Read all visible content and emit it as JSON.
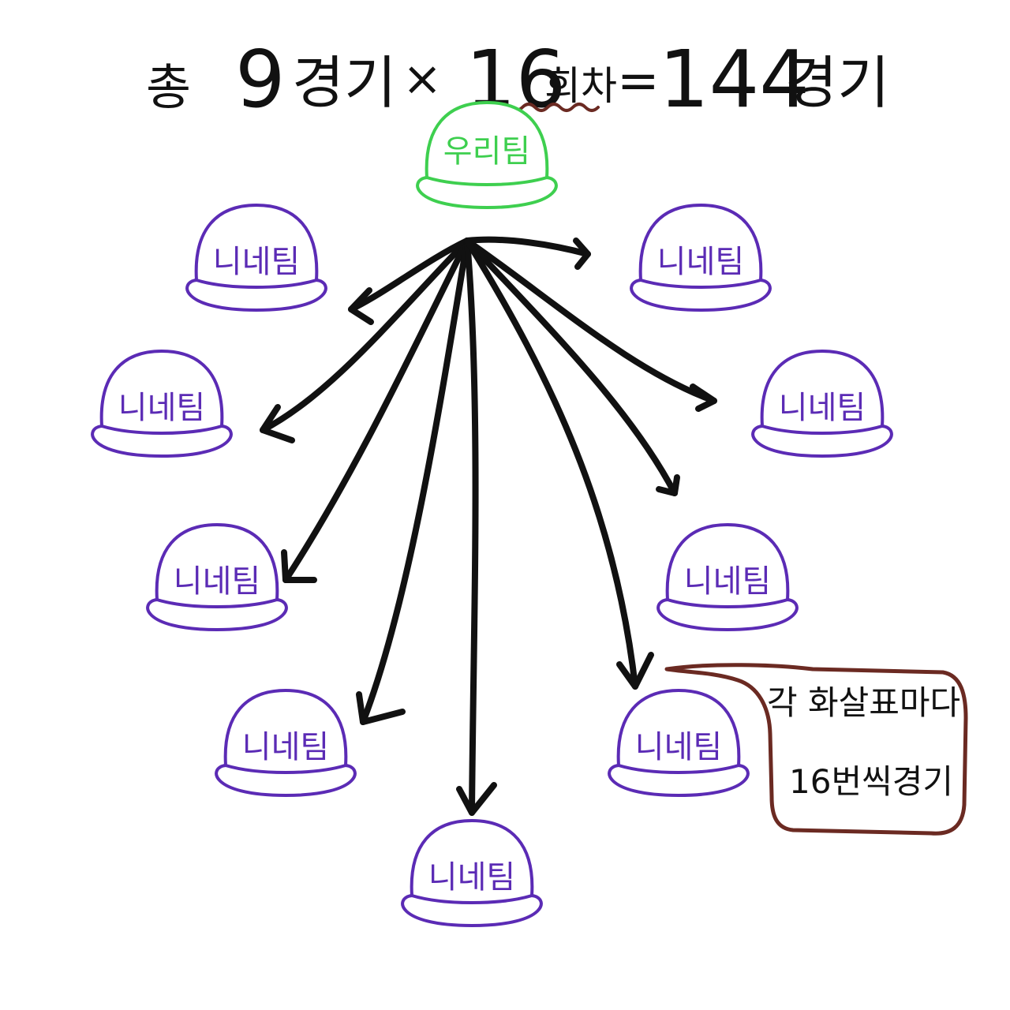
{
  "title": {
    "prefix": "총",
    "games_count": "9",
    "games_word": "경기",
    "times_sign": "×",
    "rounds_count": "16",
    "rounds_word": "회차",
    "equals_sign": "=",
    "total_count": "144",
    "total_word": "경기"
  },
  "our_team": {
    "label": "우리팀",
    "color": "#3ecf4f"
  },
  "opponent_teams": [
    {
      "label": "니네팀"
    },
    {
      "label": "니네팀"
    },
    {
      "label": "니네팀"
    },
    {
      "label": "니네팀"
    },
    {
      "label": "니네팀"
    },
    {
      "label": "니네팀"
    },
    {
      "label": "니네팀"
    },
    {
      "label": "니네팀"
    },
    {
      "label": "니네팀"
    }
  ],
  "opponent_color": "#5b2bb5",
  "arrow_color": "#111111",
  "squiggle_color": "#6b2a22",
  "note": {
    "line1": "각 화살표마다",
    "line2": "16번씩경기",
    "color": "#6b2a22"
  }
}
